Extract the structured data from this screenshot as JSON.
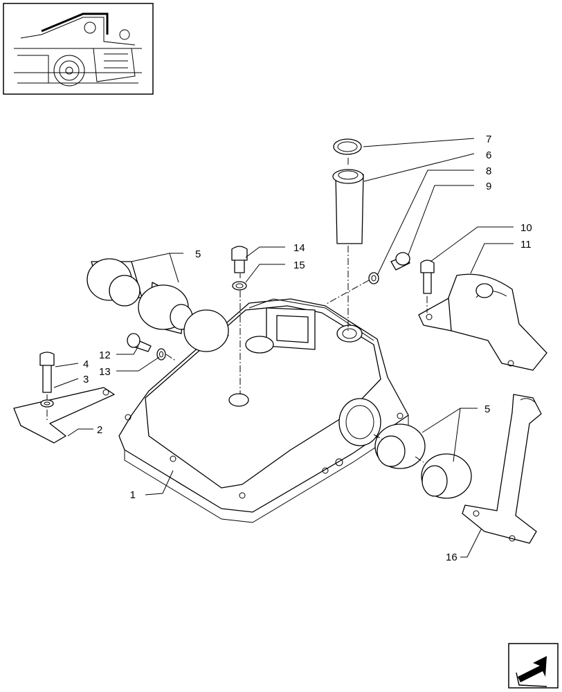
{
  "callouts": {
    "c1": "1",
    "c2": "2",
    "c3": "3",
    "c4": "4",
    "c5a": "5",
    "c5b": "5",
    "c6": "6",
    "c7": "7",
    "c8": "8",
    "c9": "9",
    "c10": "10",
    "c11": "11",
    "c12": "12",
    "c13": "13",
    "c14": "14",
    "c15": "15",
    "c16": "16"
  },
  "icons": {
    "thumbnail": "tractor-location-thumbnail",
    "nav": "next-page-arrow-icon"
  }
}
